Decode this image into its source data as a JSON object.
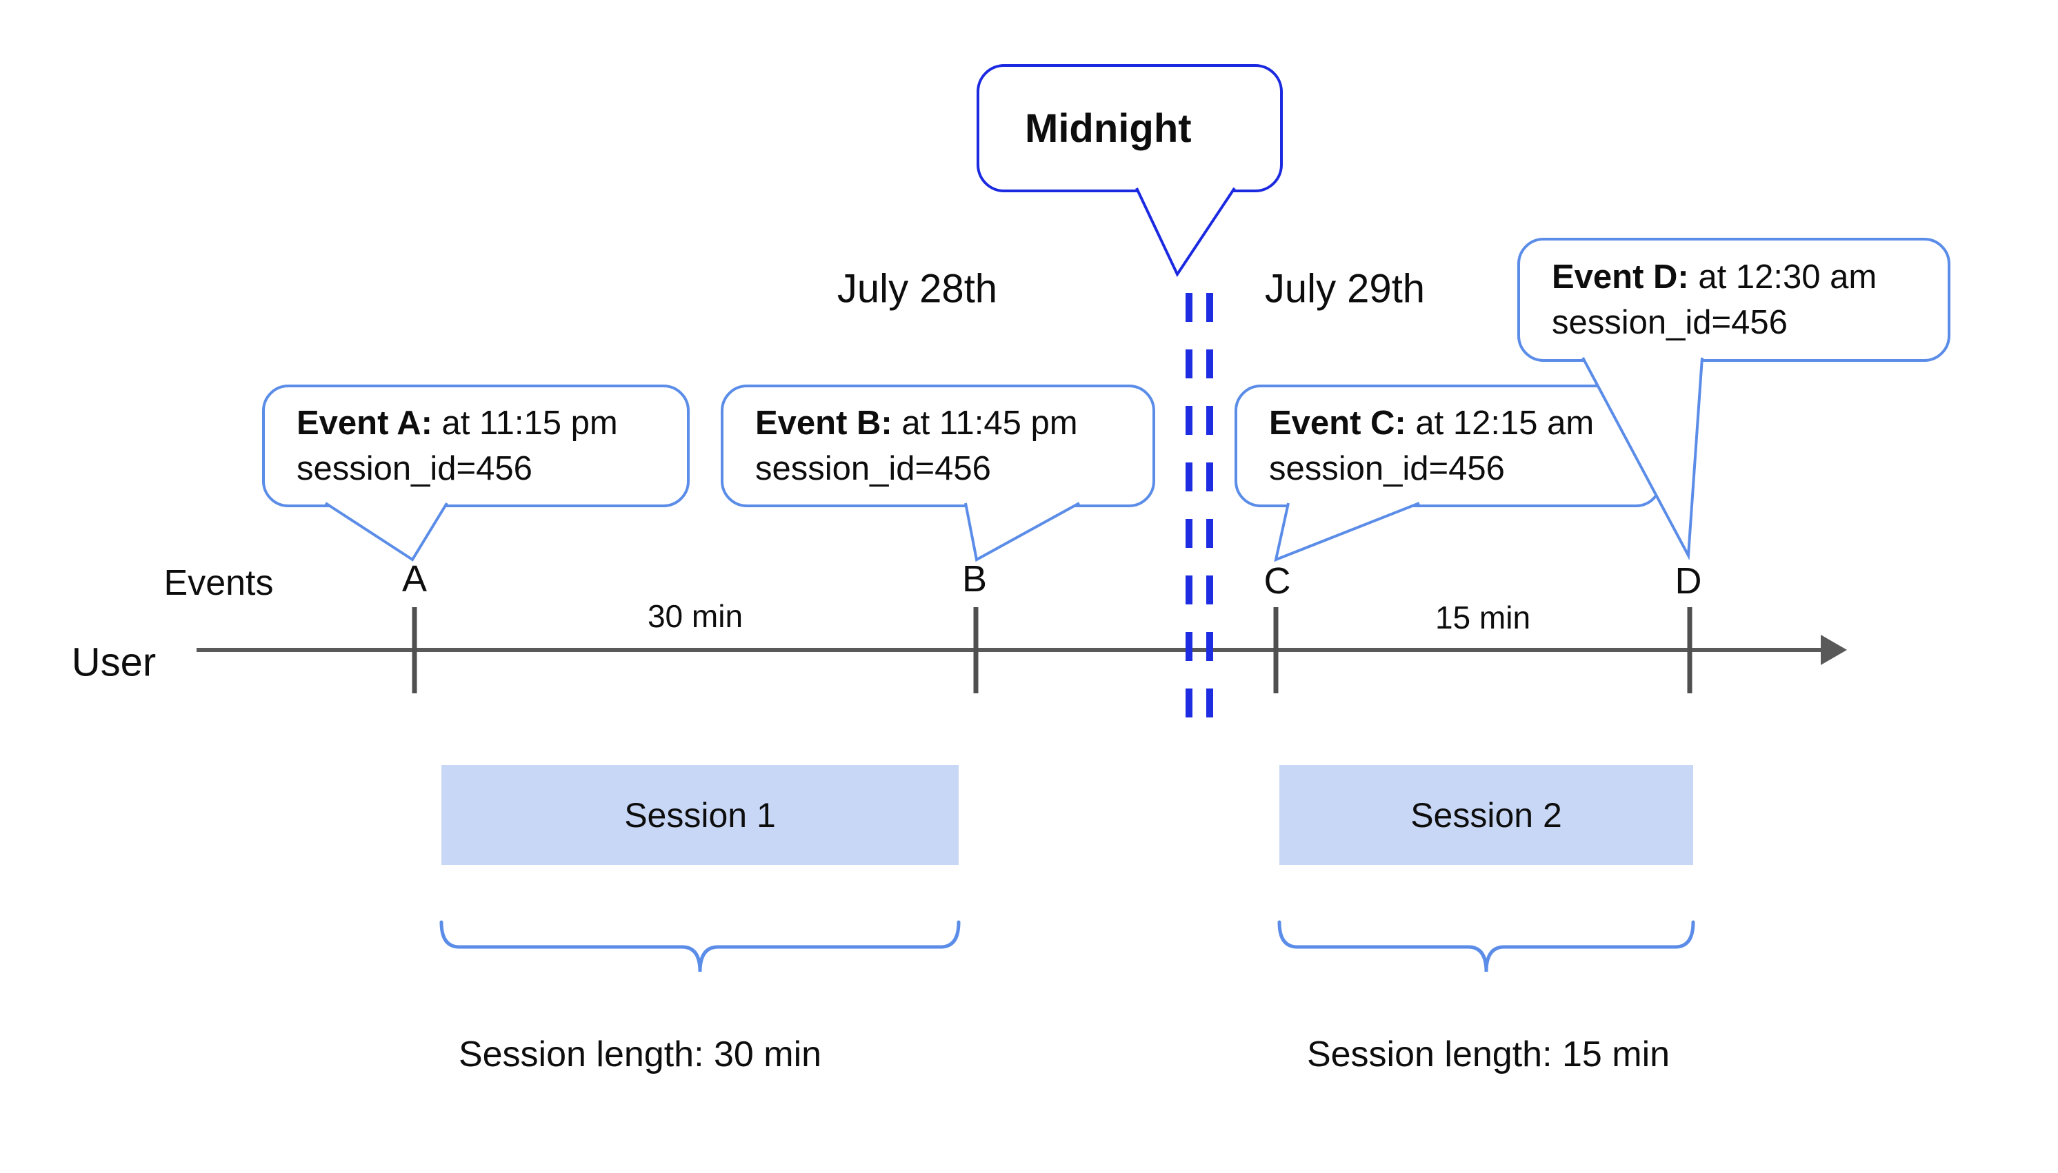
{
  "colors": {
    "bg": "#ffffff",
    "text": "#0d0d0d",
    "event-border": "#5b8de8",
    "strong-blue": "#1b2ae0",
    "dash-blue": "#1f2de2",
    "session-fill": "#c8d7f5",
    "line-gray": "#595959",
    "tick-gray": "#4f4f4f"
  },
  "midnight": {
    "label": "Midnight"
  },
  "dates": {
    "left": "July 28th",
    "right": "July 29th"
  },
  "timeline": {
    "events_label": "Events",
    "user_label": "User",
    "ticks": [
      {
        "letter": "A"
      },
      {
        "letter": "B"
      },
      {
        "letter": "C"
      },
      {
        "letter": "D"
      }
    ],
    "intervals": [
      {
        "label": "30 min"
      },
      {
        "label": "15 min"
      }
    ]
  },
  "event_bubbles": [
    {
      "title": "Event A:",
      "time": " at 11:15 pm",
      "session": "session_id=456"
    },
    {
      "title": "Event B:",
      "time": " at 11:45 pm",
      "session": "session_id=456"
    },
    {
      "title": "Event C:",
      "time": " at 12:15 am",
      "session": "session_id=456"
    },
    {
      "title": "Event D:",
      "time": " at 12:30 am",
      "session": "session_id=456"
    }
  ],
  "sessions": [
    {
      "label": "Session 1",
      "length": "Session length: 30 min"
    },
    {
      "label": "Session 2",
      "length": "Session length: 15 min"
    }
  ]
}
